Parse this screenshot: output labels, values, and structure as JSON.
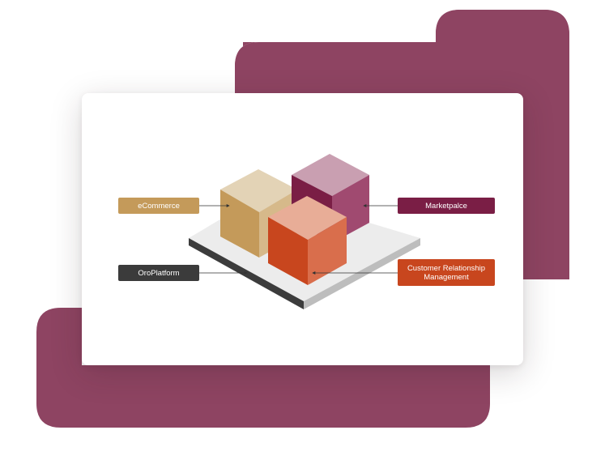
{
  "labels": {
    "ecommerce": "eCommerce",
    "oroplatform": "OroPlatform",
    "marketplace": "Marketpalce",
    "crm": "Customer Relationship Management"
  },
  "colors": {
    "background_shape": "#8e4462",
    "card": "#ffffff",
    "ecommerce": "#c49a5a",
    "oroplatform": "#3b3b3b",
    "marketplace": "#7a1e45",
    "crm": "#c8461e",
    "platform_top": "#ececec",
    "cube_ecommerce_top": "#e3d3b6",
    "cube_marketplace_top": "#c99fb1",
    "cube_crm_top": "#e8ad97"
  },
  "icons": [
    "connector-arrow"
  ]
}
